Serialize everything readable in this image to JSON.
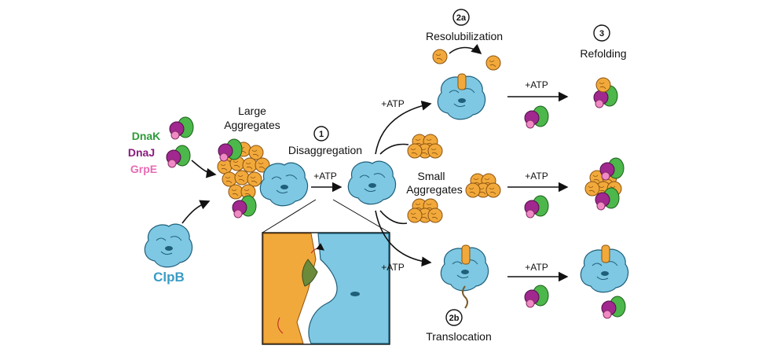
{
  "labels": {
    "dnak": "DnaK",
    "dnaj": "DnaJ",
    "grpe": "GrpE",
    "clpb": "ClpB",
    "large_aggregates_line1": "Large",
    "large_aggregates_line2": "Aggregates",
    "disaggregation": "Disaggregation",
    "small_aggregates_line1": "Small",
    "small_aggregates_line2": "Aggregates",
    "resolubilization": "Resolubilization",
    "refolding": "Refolding",
    "translocation": "Translocation",
    "atp_main": "+ATP",
    "atp_upper": "+ATP",
    "atp_lower": "+ATP",
    "atp_row1": "+ATP",
    "atp_row2": "+ATP",
    "atp_row3": "+ATP"
  },
  "steps": {
    "step1": "1",
    "step2a": "2a",
    "step2b": "2b",
    "step3": "3"
  },
  "colors": {
    "dnak": "#2e9b3a",
    "dnaj": "#8b1a7e",
    "grpe": "#e86bb5",
    "clpb": "#3a9cc4",
    "aggregate": "#f2a93b",
    "clpb_body": "#7ec8e3"
  }
}
